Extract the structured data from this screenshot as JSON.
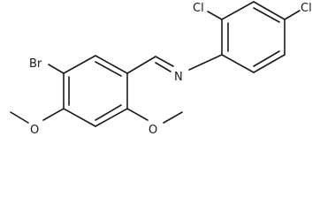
{
  "molecule": {
    "atoms": {
      "br": "Br",
      "n": "N",
      "cl_ortho": "Cl",
      "cl_para": "Cl",
      "o_left": "O",
      "o_right": "O"
    }
  }
}
